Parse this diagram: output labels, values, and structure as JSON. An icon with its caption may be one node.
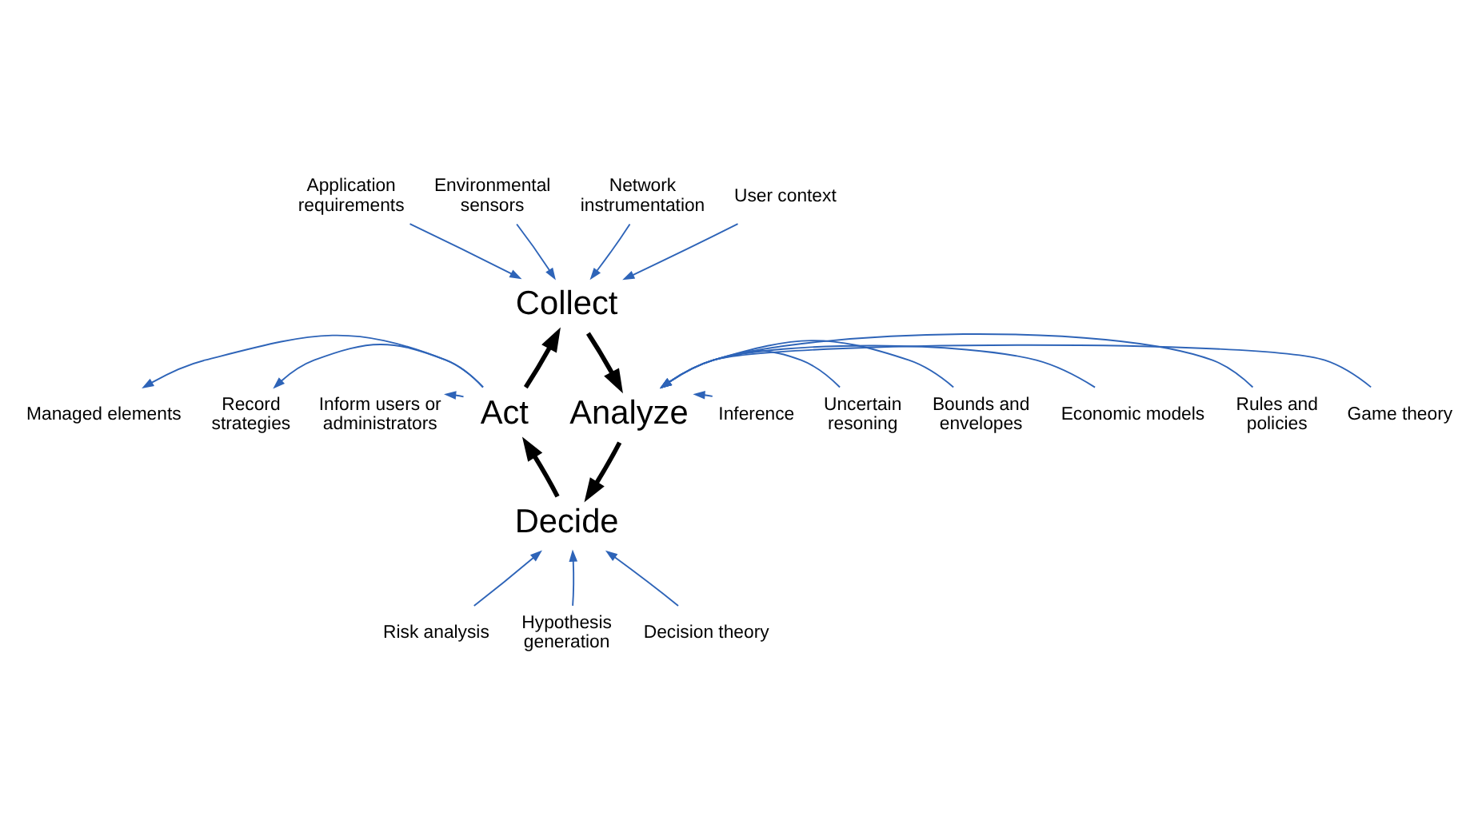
{
  "diagram": {
    "nodes": [
      {
        "text": [
          "Collect"
        ]
      },
      {
        "text": [
          "Analyze"
        ]
      },
      {
        "text": [
          "Decide"
        ]
      },
      {
        "text": [
          "Act"
        ]
      },
      {
        "text": [
          "Application requirements"
        ]
      },
      {
        "text": [
          "Environmental sensors"
        ]
      },
      {
        "text": [
          "Network instrumentation"
        ]
      },
      {
        "text": [
          "User context"
        ]
      },
      {
        "text": [
          "Inference"
        ]
      },
      {
        "text": [
          "Uncertain resoning"
        ]
      },
      {
        "text": [
          "Bounds and envelopes"
        ]
      },
      {
        "text": [
          "Economic models"
        ]
      },
      {
        "text": [
          "Rules and policies"
        ]
      },
      {
        "text": [
          "Game theory"
        ]
      },
      {
        "text": [
          "Risk analysis"
        ]
      },
      {
        "text": [
          "Hypothesis generation"
        ]
      },
      {
        "text": [
          "Decision theory"
        ]
      },
      {
        "text": [
          "Managed elements"
        ]
      },
      {
        "text": [
          "Record strategies"
        ]
      },
      {
        "text": [
          "Inform users or administrators"
        ]
      }
    ],
    "edges": [
      {
        "from": 0,
        "to": 1,
        "arrow": "to",
        "style": "thick",
        "color": "#000000"
      },
      {
        "from": 1,
        "to": 2,
        "arrow": "to",
        "style": "thick",
        "color": "#000000"
      },
      {
        "from": 2,
        "to": 3,
        "arrow": "to",
        "style": "thick",
        "color": "#000000"
      },
      {
        "from": 3,
        "to": 0,
        "arrow": "to",
        "style": "thick",
        "color": "#000000"
      },
      {
        "from": 4,
        "to": 0,
        "arrow": "to"
      },
      {
        "from": 5,
        "to": 0,
        "arrow": "to"
      },
      {
        "from": 6,
        "to": 0,
        "arrow": "to"
      },
      {
        "from": 7,
        "to": 0,
        "arrow": "to"
      },
      {
        "from": 8,
        "to": 1,
        "arrow": "to"
      },
      {
        "from": 9,
        "to": 1,
        "arrow": "to"
      },
      {
        "from": 10,
        "to": 1,
        "arrow": "to"
      },
      {
        "from": 11,
        "to": 1,
        "arrow": "to"
      },
      {
        "from": 12,
        "to": 1,
        "arrow": "to"
      },
      {
        "from": 13,
        "to": 1,
        "arrow": "to"
      },
      {
        "from": 14,
        "to": 2,
        "arrow": "to"
      },
      {
        "from": 15,
        "to": 2,
        "arrow": "to"
      },
      {
        "from": 16,
        "to": 2,
        "arrow": "to"
      },
      {
        "from": 3,
        "to": 17,
        "arrow": "to"
      },
      {
        "from": 3,
        "to": 18,
        "arrow": "to"
      },
      {
        "from": 3,
        "to": 19,
        "arrow": "to"
      }
    ]
  }
}
